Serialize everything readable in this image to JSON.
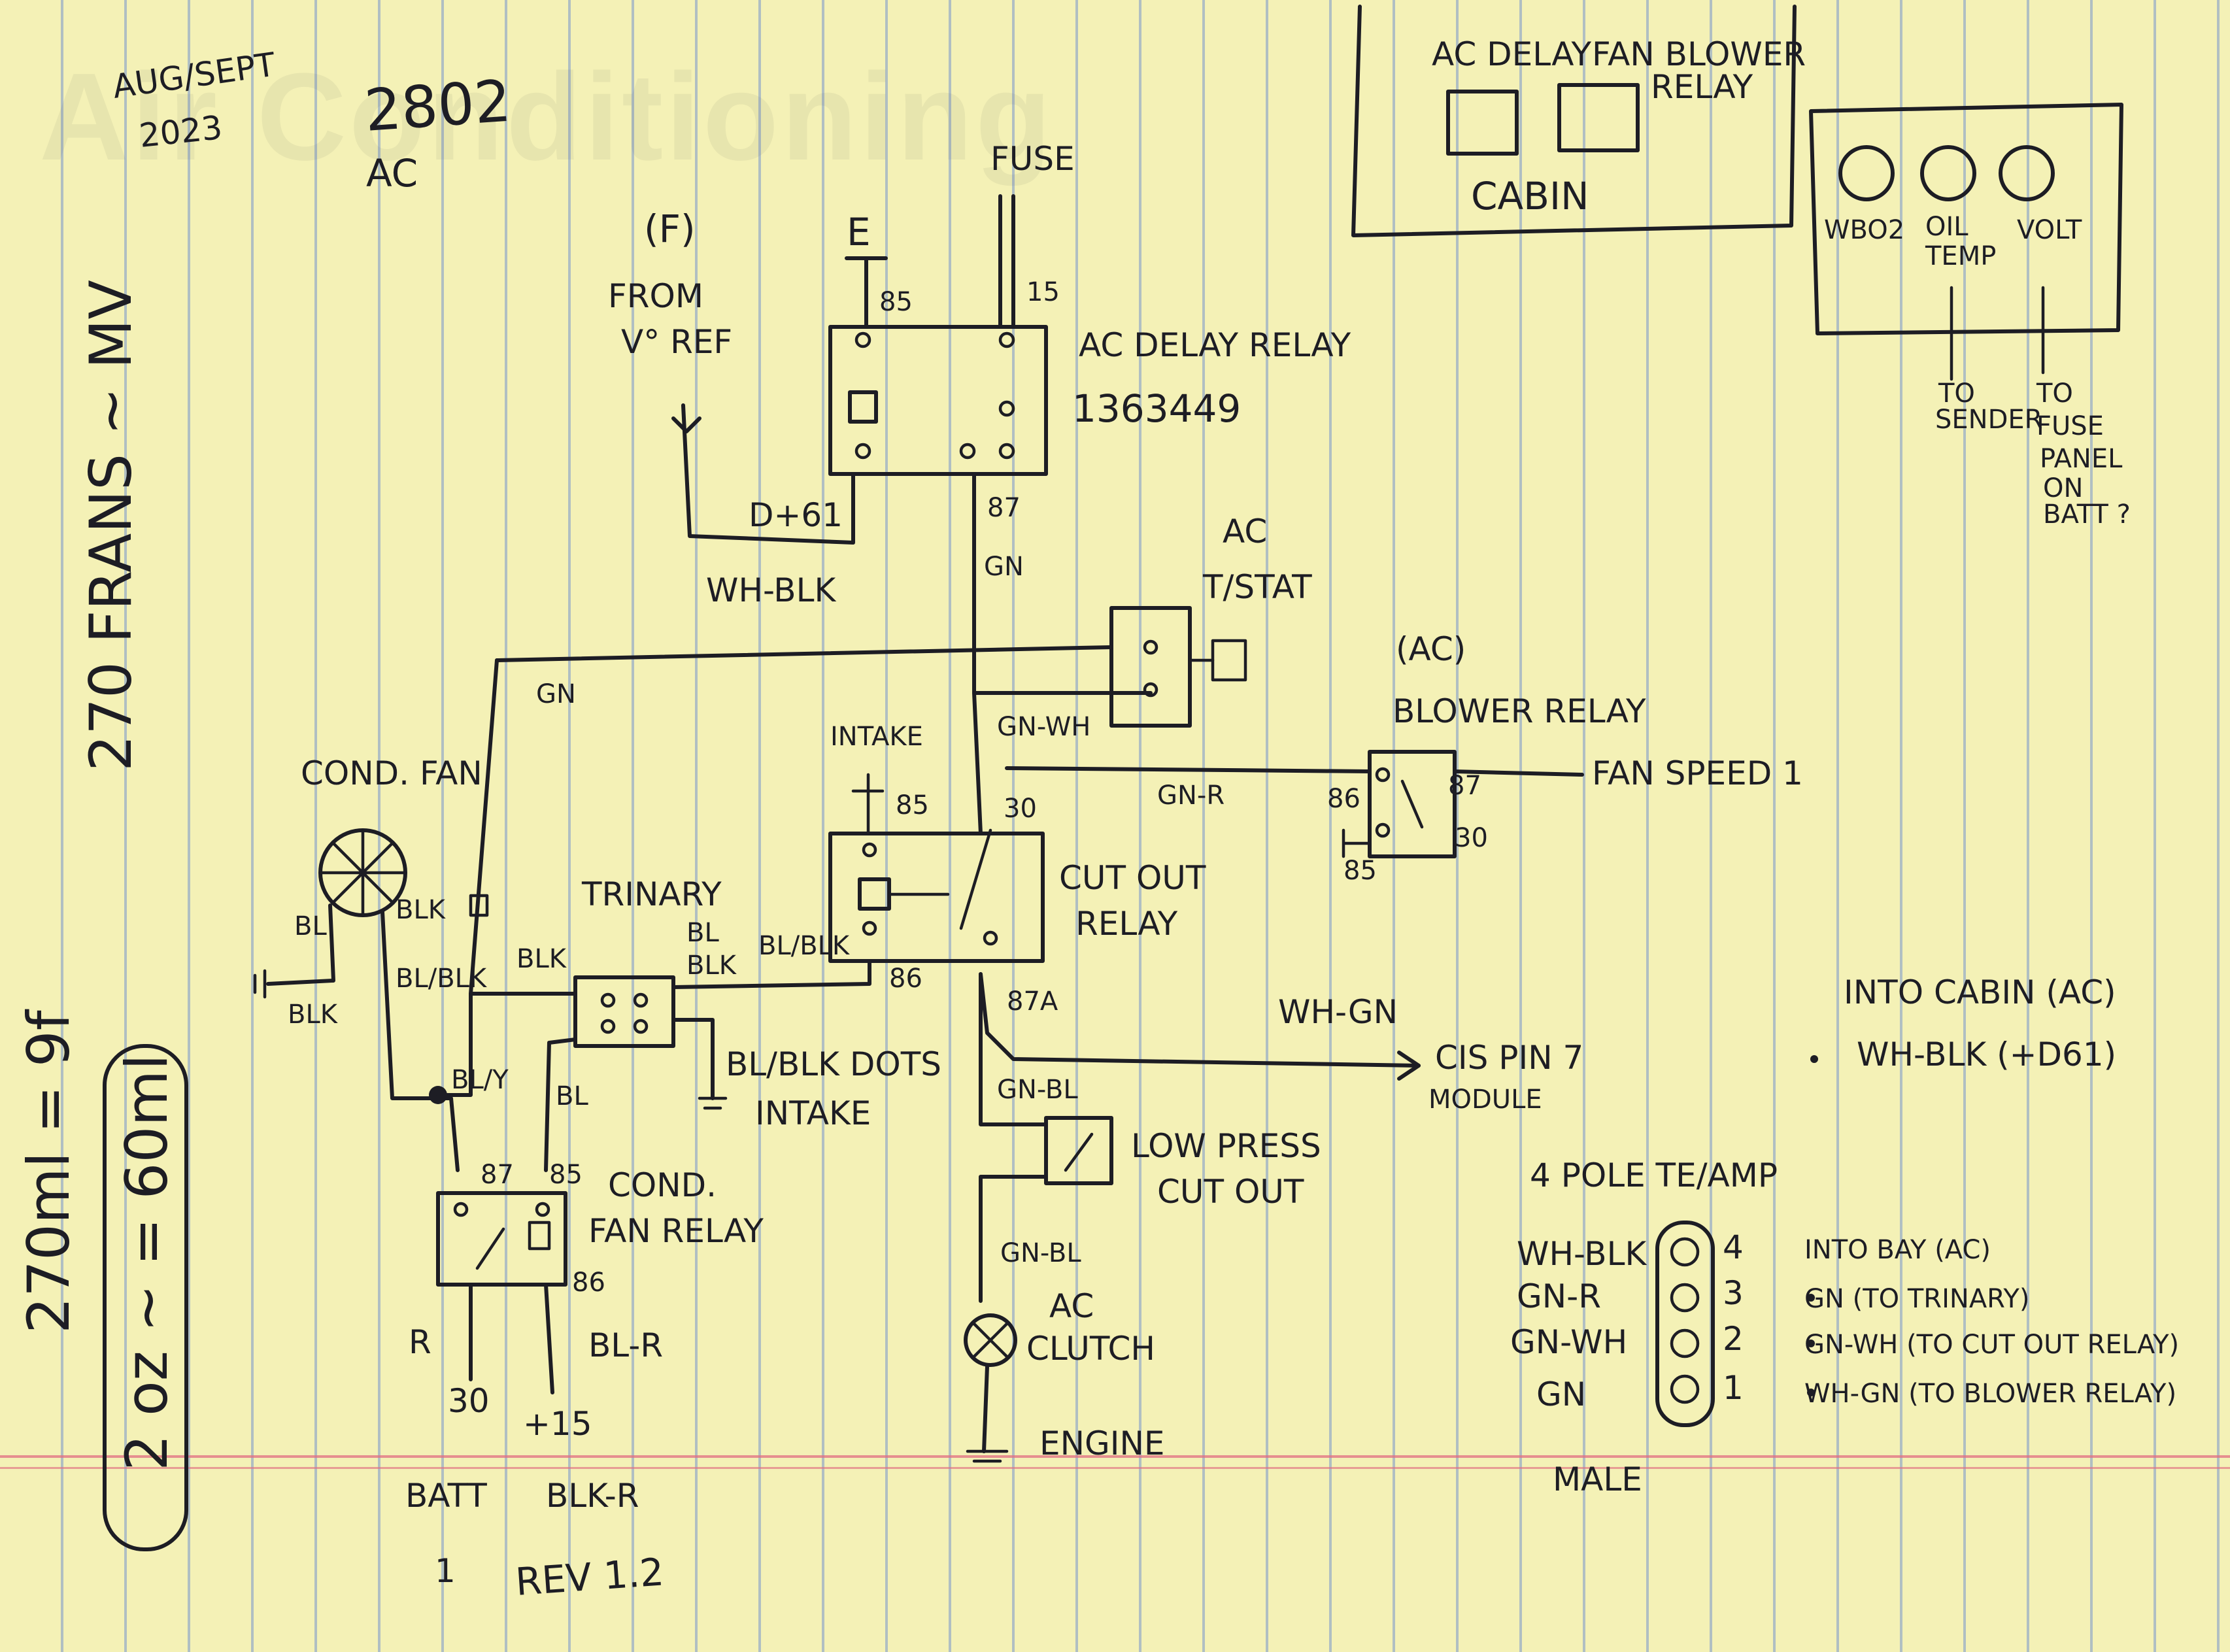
{
  "sheet": {
    "date": [
      "AUG/SEPT",
      "2023"
    ],
    "title": "2802",
    "subtitle": "AC",
    "revision": "REV 1.2",
    "notes": [
      "270 FRANS ~ MV",
      "270ml = 9f",
      "2 oz ~ = 60ml"
    ]
  },
  "panels": {
    "cabin": {
      "label": "CABIN",
      "relay_left": "AC DELAY",
      "relay_right": [
        "FAN BLOWER",
        "RELAY"
      ]
    },
    "gauges": {
      "labels": [
        "WBO2",
        "OIL",
        "TEMP",
        "VOLT"
      ],
      "to_sender": [
        "TO",
        "SENDER"
      ],
      "to_fuse": [
        "TO",
        "FUSE",
        "PANEL",
        "ON",
        "BATT ?"
      ]
    }
  },
  "components": {
    "ac_delay_relay": {
      "name": "AC DELAY RELAY",
      "part_no": "1363449",
      "pin_85": "85",
      "pin_15": "15",
      "pin_87": "87",
      "fuse": "FUSE",
      "ground_label": "E",
      "from_label": [
        "(F)",
        "FROM",
        "V° REF"
      ],
      "d61": "D+61",
      "wire_87": "GN",
      "wire_d61": "WH-BLK"
    },
    "ac_tstat": {
      "name": [
        "AC",
        "T/STAT"
      ]
    },
    "blower_relay": {
      "name": [
        "(AC)",
        "BLOWER RELAY"
      ],
      "wire_in": "GN-R",
      "pin_86": "86",
      "pin_87": "87",
      "pin_85": "85",
      "pin_30": "30",
      "fan_speed": "FAN SPEED 1"
    },
    "cut_out_relay": {
      "name": [
        "CUT OUT",
        "RELAY"
      ],
      "intake": "INTAKE",
      "pin_85": "85",
      "pin_30": "30",
      "pin_86": "86",
      "pin_87": "87A",
      "wire_tstat": "GN-WH",
      "wire_out": "WH-GN",
      "cis": [
        "CIS PIN 7",
        "MODULE"
      ]
    },
    "trinary": {
      "name": "TRINARY",
      "wire_gn": "GN",
      "wire_blk": "BLK",
      "wire_bl": "BL",
      "wire_bl_blk": "BL/BLK",
      "wire_bl2": "BL",
      "ground": [
        "BL/BLK DOTS",
        "INTAKE"
      ]
    },
    "cond_fan": {
      "name": "COND. FAN",
      "wire_bl": "BL",
      "wire_blk": "BLK",
      "wire_bl_blk": "BL/BLK",
      "ground_blk": "BLK",
      "wire_bl_y": "BL/Y"
    },
    "cond_fan_relay": {
      "name": [
        "COND.",
        "FAN RELAY"
      ],
      "pin_87": "87",
      "pin_85": "85",
      "pin_86": "86",
      "pin_30": "30",
      "pin_15": "+15",
      "wire_r": "R",
      "wire_bl_r": "BL-R",
      "bottom_left": "BATT",
      "bottom_right": "BLK-R",
      "tick": "1"
    },
    "low_press": {
      "name": [
        "LOW PRESS",
        "CUT OUT"
      ],
      "wire_in": "GN-BL",
      "wire_out": "GN-BL"
    },
    "ac_clutch": {
      "name": [
        "AC",
        "CLUTCH"
      ],
      "ground": "ENGINE"
    }
  },
  "connector": {
    "title": "4 POLE TE/AMP",
    "gender": "MALE",
    "pins": [
      {
        "wire": "WH-BLK",
        "num": "4",
        "desc": "INTO BAY (AC)"
      },
      {
        "wire": "GN-R",
        "num": "3",
        "desc": "GN (TO TRINARY)"
      },
      {
        "wire": "GN-WH",
        "num": "2",
        "desc": "GN-WH (TO CUT OUT RELAY)"
      },
      {
        "wire": "GN",
        "num": "1",
        "desc": "WH-GN (TO BLOWER RELAY)"
      }
    ],
    "cabin_note": [
      "INTO CABIN (AC)",
      "WH-BLK (+D61)"
    ]
  }
}
